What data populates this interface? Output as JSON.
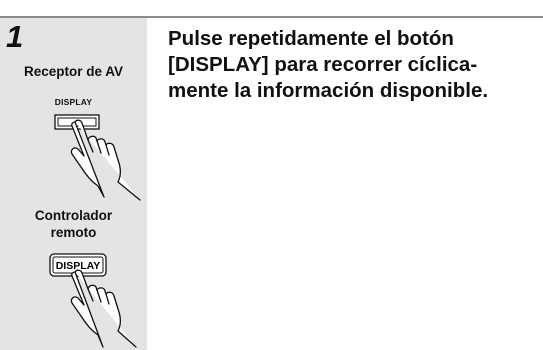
{
  "step": {
    "number": "1",
    "instruction": "Pulse repetidamente el botón\n[DISPLAY] para recorrer cíclica-\nmente la información disponible."
  },
  "receiver": {
    "label": "Receptor de AV",
    "button_caption": "DISPLAY",
    "icon": "hand-pressing-button-icon"
  },
  "remote": {
    "label": "Controlador\nremoto",
    "button_text": "DISPLAY",
    "icon": "hand-pressing-button-icon"
  },
  "colors": {
    "panel": "#e4e4e4",
    "rule": "#8c8c8c",
    "text": "#111111"
  }
}
